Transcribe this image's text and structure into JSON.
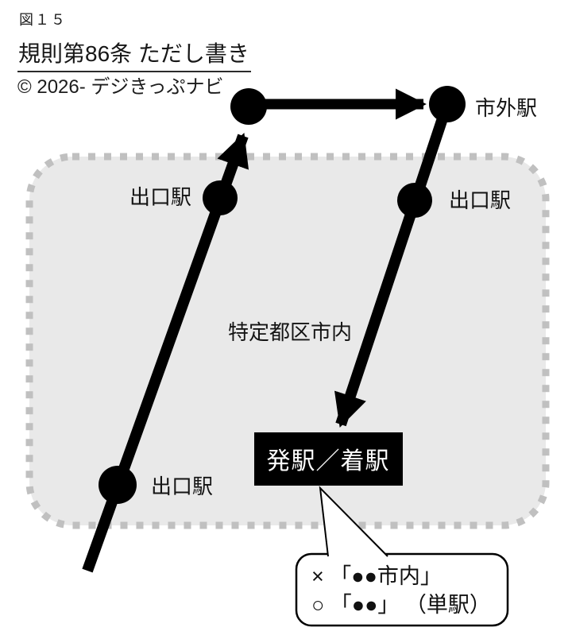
{
  "header": {
    "figure_label": "図１５",
    "title": "規則第86条 ただし書き",
    "copyright": "© 2026- デジきっぷナビ"
  },
  "zone": {
    "label": "特定都区市内",
    "fill": "#e9e9e9",
    "border_color": "#c0c0c0"
  },
  "stations": {
    "city_outside_label": "市外駅",
    "exit_upper_left_label": "出口駅",
    "exit_right_label": "出口駅",
    "exit_lower_left_label": "出口駅"
  },
  "terminal_box": {
    "label": "発駅／着駅",
    "fill": "#000000",
    "text_color": "#ffffff"
  },
  "callout": {
    "line1": "× 「●●市内」",
    "line2": "○ 「●●」 （単駅）"
  },
  "colors": {
    "route_line": "#000000",
    "station_dot": "#000000"
  }
}
